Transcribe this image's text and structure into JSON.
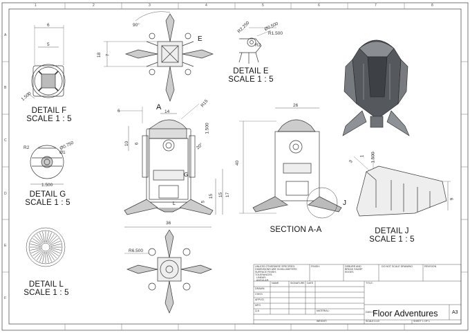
{
  "drawing": {
    "title": "Floor Adventures",
    "sheet_size": "A3",
    "scale": "SCALE:1:10",
    "sheet": "SHEET 1 OF 1"
  },
  "zones": {
    "columns": [
      "1",
      "2",
      "3",
      "4",
      "5",
      "6",
      "7",
      "8"
    ],
    "rows": [
      "A",
      "B",
      "C",
      "D",
      "E",
      "F"
    ]
  },
  "views": {
    "detail_f": {
      "name": "DETAIL F",
      "scale": "SCALE 1 : 5"
    },
    "detail_g": {
      "name": "DETAIL G",
      "scale": "SCALE 1 : 5"
    },
    "detail_l": {
      "name": "DETAIL L",
      "scale": "SCALE 1 : 5"
    },
    "detail_e": {
      "name": "DETAIL E",
      "scale": "SCALE 1 : 5"
    },
    "section_aa": {
      "name": "SECTION A-A"
    },
    "detail_j": {
      "name": "DETAIL J",
      "scale": "SCALE 1 : 5"
    }
  },
  "callouts": {
    "a": "A",
    "e": "E",
    "g": "G",
    "j": "J",
    "l": "L"
  },
  "dimensions": {
    "f_top": "6",
    "f_mid": "5",
    "f_diag": "1.500",
    "g_r2": "R2",
    "g_d0750": "Ø0.750",
    "g_d1": "Ø1",
    "g_1500": "1.500",
    "top_angle": "90°",
    "top_18": "18",
    "top_7": "7",
    "e_r2250": "R2.250",
    "e_d0500": "Ø0.500",
    "e_r1500": "R1.500",
    "e_r2": "R2",
    "front_6": "6",
    "front_14": "14",
    "front_r15": "R15",
    "front_10": "10",
    "front_6b": "6",
    "front_1500": "1.500",
    "front_20": "20°",
    "front_15": "15",
    "front_17": "17",
    "front_36": "36",
    "front_15b": "15",
    "front_5": "5",
    "sec_26": "26",
    "sec_40": "40",
    "j_3": "3",
    "j_1": "1",
    "j_1500": "1.500",
    "j_9": "9",
    "bottom_r6500": "R6.500"
  },
  "title_block": {
    "notes": "UNLESS OTHERWISE SPECIFIED:\nDIMENSIONS ARE IN MILLIMETERS\nSURFACE FINISH:\nTOLERANCES:\n  LINEAR:\n  ANGULAR:",
    "finish": "FINISH:",
    "deburr": "DEBURR AND\nBREAK SHARP\nEDGES",
    "do_not_scale": "DO NOT SCALE DRAWING",
    "revision": "REVISION",
    "col_name": "NAME",
    "col_signature": "SIGNATURE",
    "col_date": "DATE",
    "row_drawn": "DRAWN",
    "row_chkd": "CHK'D",
    "row_appvd": "APPV'D",
    "row_mfg": "MFG",
    "row_qa": "Q.A",
    "material": "MATERIAL:",
    "weight": "WEIGHT:",
    "title_lbl": "TITLE:",
    "dwg_no": "DWG NO."
  }
}
